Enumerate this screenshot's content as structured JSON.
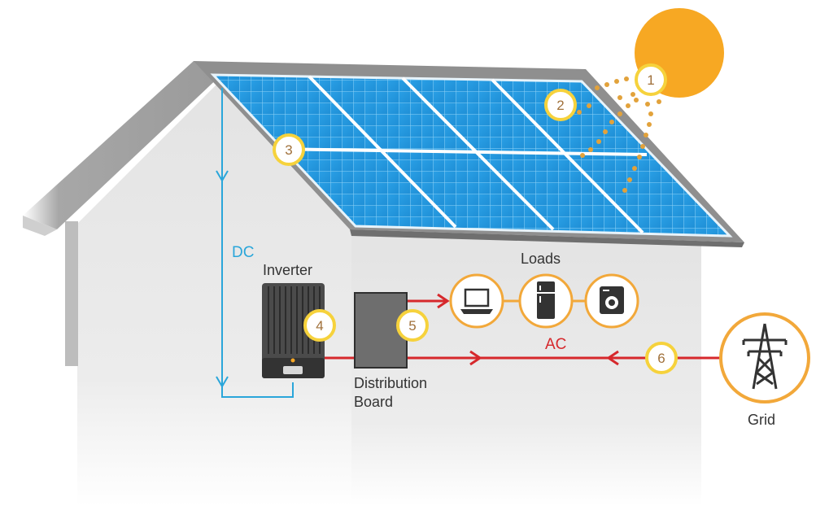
{
  "labels": {
    "dc": "DC",
    "inverter": "Inverter",
    "loads": "Loads",
    "ac": "AC",
    "distribution_line1": "Distribution",
    "distribution_line2": "Board",
    "grid": "Grid"
  },
  "markers": [
    "1",
    "2",
    "3",
    "4",
    "5",
    "6"
  ],
  "colors": {
    "sun": "#F7A823",
    "marker_ring": "#F6D23C",
    "marker_text": "#A0703A",
    "dc_line": "#2AA6DA",
    "ac_line": "#D6282C",
    "panel": "#2B9BE0",
    "roof": "#8F8F8F",
    "wall": "#E6E6E6",
    "load_ring": "#F2A83A"
  },
  "icons": [
    "sun-icon",
    "laptop-icon",
    "fridge-icon",
    "washing-machine-icon",
    "pylon-icon"
  ]
}
